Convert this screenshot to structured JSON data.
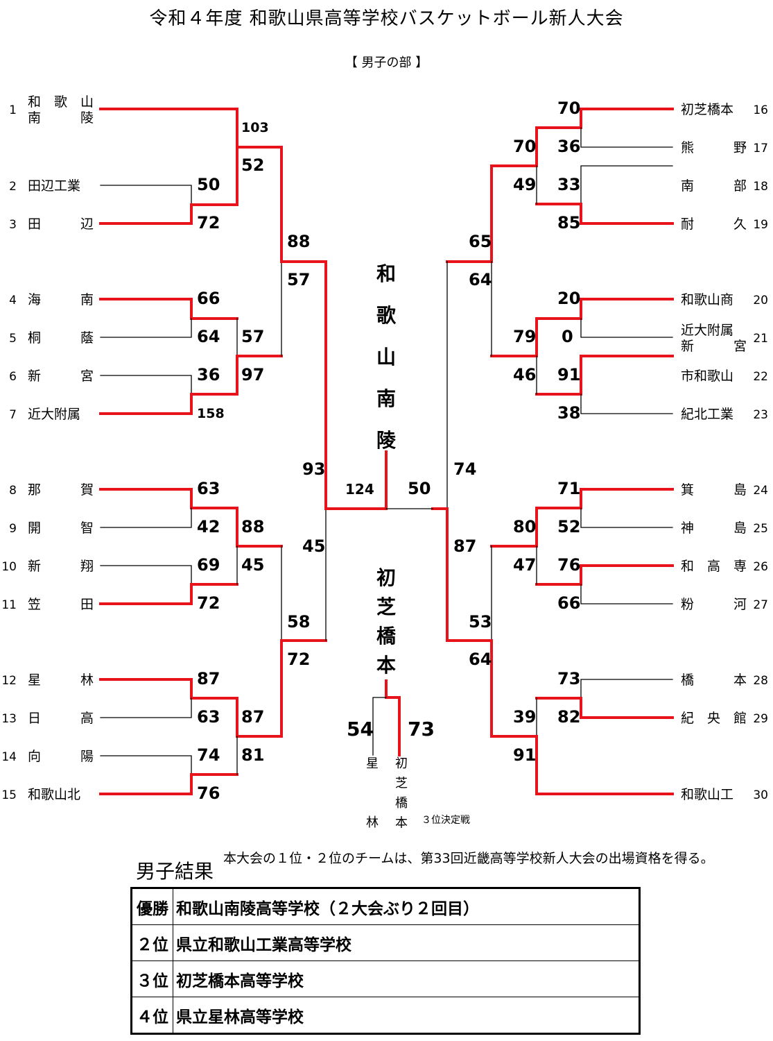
{
  "title": "令和４年度 和歌山県高等学校バスケットボール新人大会",
  "subtitle": "【 男子の部 】",
  "colors": {
    "winner_line": "#e8141c",
    "loser_line": "#000000"
  },
  "left_teams": [
    {
      "no": "1",
      "name": "和　歌　山",
      "name2": "南　　　陵"
    },
    {
      "no": "2",
      "name": "田辺工業"
    },
    {
      "no": "3",
      "name": "田　　　辺"
    },
    {
      "no": "4",
      "name": "海　　　南"
    },
    {
      "no": "5",
      "name": "桐　　　蔭"
    },
    {
      "no": "6",
      "name": "新　　　宮"
    },
    {
      "no": "7",
      "name": "近大附属"
    },
    {
      "no": "8",
      "name": "那　　　賀"
    },
    {
      "no": "9",
      "name": "開　　　智"
    },
    {
      "no": "10",
      "name": "新　　　翔"
    },
    {
      "no": "11",
      "name": "笠　　　田"
    },
    {
      "no": "12",
      "name": "星　　　林"
    },
    {
      "no": "13",
      "name": "日　　　高"
    },
    {
      "no": "14",
      "name": "向　　　陽"
    },
    {
      "no": "15",
      "name": "和歌山北"
    }
  ],
  "right_teams": [
    {
      "no": "16",
      "name": "初芝橋本"
    },
    {
      "no": "17",
      "name": "熊　　　野"
    },
    {
      "no": "18",
      "name": "南　　　部"
    },
    {
      "no": "19",
      "name": "耐　　　久"
    },
    {
      "no": "20",
      "name": "和歌山商"
    },
    {
      "no": "21",
      "name": "近大附属",
      "name2": "新　　　宮"
    },
    {
      "no": "22",
      "name": "市和歌山"
    },
    {
      "no": "23",
      "name": "紀北工業"
    },
    {
      "no": "24",
      "name": "箕　　　島"
    },
    {
      "no": "25",
      "name": "神　　　島"
    },
    {
      "no": "26",
      "name": "和　高　専"
    },
    {
      "no": "27",
      "name": "粉　　　河"
    },
    {
      "no": "28",
      "name": "橋　　　本"
    },
    {
      "no": "29",
      "name": "紀　央　館"
    },
    {
      "no": "30",
      "name": "和歌山工"
    }
  ],
  "scores": {
    "l2": "50",
    "l3": "72",
    "r1_1a": "103",
    "r1_1b": "52",
    "l4": "66",
    "l5": "64",
    "l6": "36",
    "l7": "158",
    "l45": "57",
    "l67": "97",
    "l8": "63",
    "l9": "42",
    "l10": "69",
    "l11": "72",
    "l89": "88",
    "l1011": "45",
    "l12": "87",
    "l13": "63",
    "l14": "74",
    "l15": "76",
    "l1213": "87",
    "l1415": "81",
    "lq1": "88",
    "lq2": "57",
    "lq3": "58",
    "lq4": "72",
    "ls1": "93",
    "ls2": "45",
    "final_l": "124",
    "final_r": "50",
    "r16": "70",
    "r17": "36",
    "r18": "33",
    "r19": "85",
    "r1617": "70",
    "r1819": "49",
    "r20": "20",
    "r21": "0",
    "r22": "91",
    "r23": "38",
    "r2021": "79",
    "r2223": "46",
    "rq1": "65",
    "rq2": "64",
    "rs1": "74",
    "rs2": "87",
    "r24": "71",
    "r25": "52",
    "r26": "76",
    "r27": "66",
    "r2425": "80",
    "r2627": "47",
    "r28": "73",
    "r29": "82",
    "r2829": "39",
    "r30": "91",
    "rq3": "53",
    "rq4": "64",
    "third_l": "54",
    "third_r": "73"
  },
  "champion": [
    "和",
    "歌",
    "山",
    "南",
    "陵"
  ],
  "runner_up": [
    "初",
    "芝",
    "橋",
    "本"
  ],
  "third_place": {
    "left_team": [
      "星",
      "林"
    ],
    "right_team": [
      "初",
      "芝",
      "橋",
      "本"
    ],
    "label": "３位決定戦"
  },
  "results": {
    "heading": "男子結果",
    "note": "本大会の１位・２位のチームは、第33回近畿高等学校新人大会の出場資格を得る。",
    "rows": [
      {
        "rank": "優勝",
        "team": "和歌山南陵高等学校（２大会ぶり２回目）"
      },
      {
        "rank": "２位",
        "team": "県立和歌山工業高等学校"
      },
      {
        "rank": "３位",
        "team": "初芝橋本高等学校"
      },
      {
        "rank": "４位",
        "team": "県立星林高等学校"
      }
    ]
  }
}
